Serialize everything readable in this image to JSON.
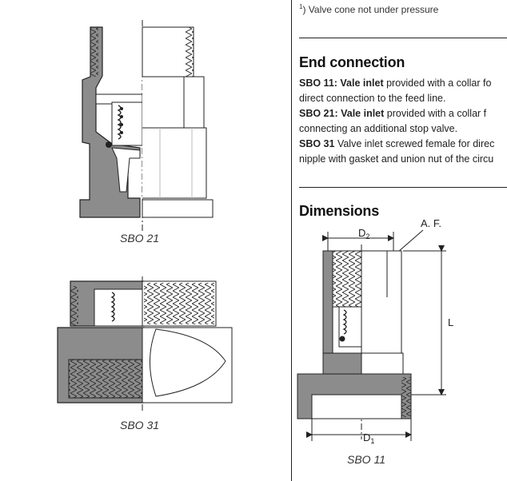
{
  "footnote": {
    "marker": "1",
    "text": "Valve cone not under pressure"
  },
  "end_connection": {
    "heading": "End connection",
    "lines": [
      {
        "bold": "SBO 11: Vale inlet",
        "rest": " provided with a collar fo"
      },
      {
        "bold": "",
        "rest": "direct connection to the feed line."
      },
      {
        "bold": "SBO 21: Vale inlet",
        "rest": " provided with a collar f"
      },
      {
        "bold": "",
        "rest": "connecting an additional stop valve."
      },
      {
        "bold": "SBO 31",
        "rest": " Valve inlet screwed female for direc"
      },
      {
        "bold": "",
        "rest": "nipple with gasket and union nut of the circu"
      }
    ]
  },
  "dimensions": {
    "heading": "Dimensions",
    "label_af": "A. F.",
    "label_d2": "D",
    "label_d2_sub": "2",
    "label_d1": "D",
    "label_d1_sub": "1",
    "label_l": "L"
  },
  "captions": {
    "sbo21": "SBO 21",
    "sbo31": "SBO 31",
    "sbo11": "SBO 11"
  },
  "colors": {
    "section_gray": "#8c8c8c",
    "line": "#222222"
  }
}
